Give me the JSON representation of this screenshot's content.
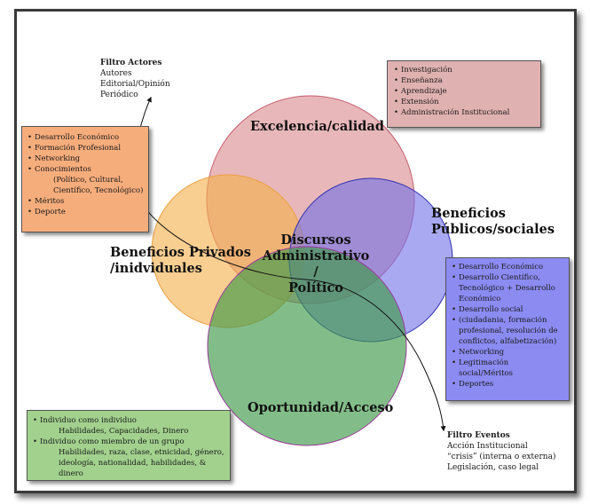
{
  "circles": {
    "excelencia": {
      "label": "Excelencia/calidad",
      "color": "#d8878a"
    },
    "publicos": {
      "label_line1": "Beneficios",
      "label_line2": "Públicos/sociales",
      "color": "#6f6fe8"
    },
    "privados": {
      "label_line1": "Beneficios Privados",
      "label_line2": "/inidviduales",
      "color": "#f5b04e"
    },
    "oportunidad": {
      "label": "Oportunidad/Acceso",
      "color": "#3f9a4a"
    }
  },
  "center": {
    "line1": "Discursos",
    "line2": "Administrativo /",
    "line3": "Político"
  },
  "filtro_actores": {
    "title": "Filtro Actores",
    "items": [
      "Autores",
      "Editorial/Opinión",
      "Periódico"
    ]
  },
  "filtro_eventos": {
    "title": "Filtro Eventos",
    "items": [
      "Acción Institucional",
      "“crisis” (interna o externa)",
      "Legislación, caso legal"
    ]
  },
  "box_excelencia": {
    "color": "#e0b1b1",
    "items": [
      "Investigación",
      "Enseñanza",
      "Aprendizaje",
      "Extensión",
      "Administración Institucional"
    ]
  },
  "box_privados": {
    "color": "#f6ad7c",
    "items": [
      {
        "text": "Desarrollo Económico",
        "sub": false
      },
      {
        "text": "Formación Profesional",
        "sub": false
      },
      {
        "text": "Networking",
        "sub": false
      },
      {
        "text": "Conocimientos",
        "sub": false
      },
      {
        "text": "(Político, Cultural,",
        "sub": true
      },
      {
        "text": "Científico, Tecnológico)",
        "sub": true
      },
      {
        "text": "Méritos",
        "sub": false
      },
      {
        "text": "Deporte",
        "sub": false
      }
    ]
  },
  "box_publicos": {
    "color": "#8b8bf2",
    "items": [
      "Desarrollo Económico",
      "Desarrollo Científico, Tecnológico + Desarrollo Económico",
      "Desarrollo social",
      "(ciudadania, formación profesional, resolución de conflictos, alfabetización)",
      "Networking",
      "Legitimación social/Méritos",
      "Deportes"
    ]
  },
  "box_oportunidad": {
    "color": "#a2d18e",
    "items": [
      {
        "text": "Individuo como individuo",
        "sub": false
      },
      {
        "text": "Habilidades, Capacidades, Dinero",
        "sub": true
      },
      {
        "text": "Individuo como miembro de un grupo",
        "sub": false
      },
      {
        "text": "Habilidades, raza, clase, etnicidad, género,",
        "sub": true
      },
      {
        "text": "ideología, nationalidad, habilidades, & dinero",
        "sub": true
      }
    ]
  }
}
